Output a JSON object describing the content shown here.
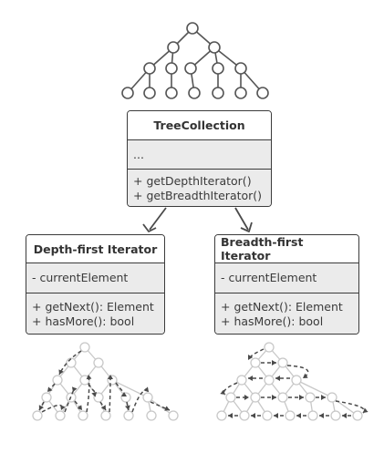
{
  "tree_collection": {
    "title": "TreeCollection",
    "fields": [
      "..."
    ],
    "methods": [
      "+ getDepthIterator()",
      "+ getBreadthIterator()"
    ]
  },
  "depth_iterator": {
    "title": "Depth-first Iterator",
    "fields": [
      "- currentElement"
    ],
    "methods": [
      "+ getNext(): Element",
      "+ hasMore(): bool"
    ]
  },
  "breadth_iterator": {
    "title": "Breadth-first Iterator",
    "fields": [
      "- currentElement"
    ],
    "methods": [
      "+ getNext(): Element",
      "+ hasMore(): bool"
    ]
  },
  "colors": {
    "tree_line": "#555555",
    "box_border": "#3b3b3b",
    "section_fill": "#ebebeb",
    "text": "#3a3a3a",
    "faded_tree": "#c8c8c8",
    "traversal_arrow": "#4a4a4a"
  },
  "icons": [
    "tree-icon",
    "arrow-down-icon",
    "traversal-arrow-icon"
  ]
}
